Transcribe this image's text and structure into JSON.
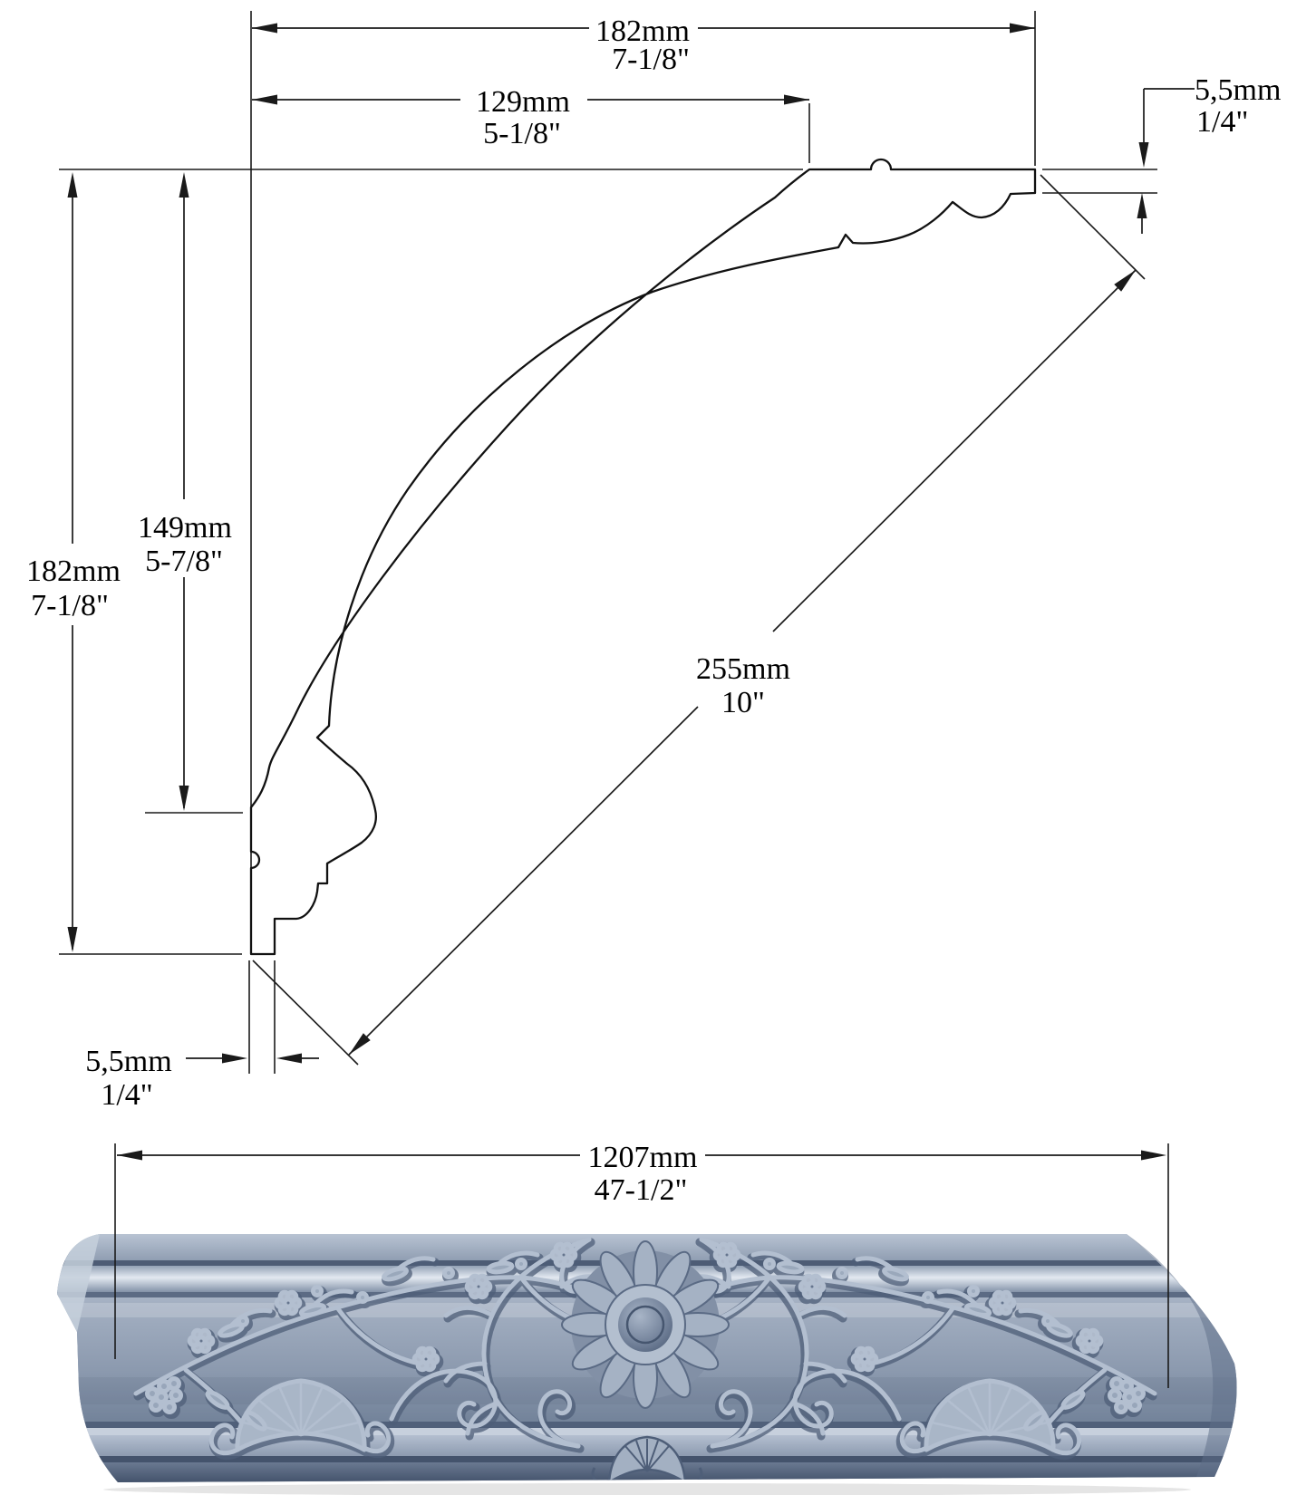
{
  "drawing": {
    "type": "crown-molding-technical-drawing",
    "dims": {
      "top_width": {
        "mm": "182mm",
        "inch": "7-1/8\""
      },
      "upper_width": {
        "mm": "129mm",
        "inch": "5-1/8\""
      },
      "thickness_top": {
        "mm": "5,5mm",
        "inch": "1/4\""
      },
      "height_left": {
        "mm": "182mm",
        "inch": "7-1/8\""
      },
      "height_inner": {
        "mm": "149mm",
        "inch": "5-7/8\""
      },
      "diagonal_face": {
        "mm": "255mm",
        "inch": "10\""
      },
      "thickness_bottom": {
        "mm": "5,5mm",
        "inch": "1/4\""
      },
      "length": {
        "mm": "1207mm",
        "inch": "47-1/2\""
      }
    },
    "colors": {
      "line": "#1a1a1a",
      "background": "#ffffff",
      "render_highlight": "#e3e9f1",
      "render_light": "#b6c1d2",
      "render_mid": "#8d9cb1",
      "render_shadow": "#5c6c86",
      "render_dark": "#3d4c65"
    }
  }
}
